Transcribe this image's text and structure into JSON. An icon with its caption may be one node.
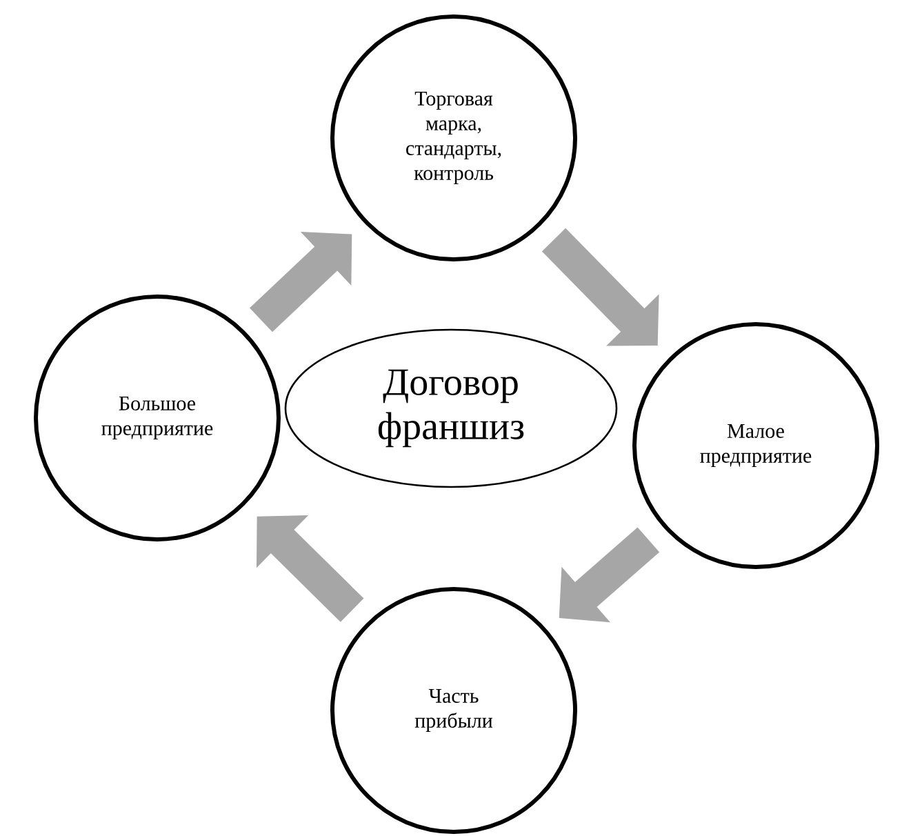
{
  "diagram": {
    "nodes": [
      {
        "text": [
          "Торговая марка, стандарты, контроль"
        ]
      },
      {
        "text": [
          "Большое предприятие"
        ]
      },
      {
        "text": [
          "Договор франшиз"
        ]
      },
      {
        "text": [
          "Малое предприятие"
        ]
      },
      {
        "text": [
          "Часть прибыли"
        ]
      }
    ],
    "edges": [
      {
        "from": 1,
        "to": 0,
        "arrow": "to"
      },
      {
        "from": 0,
        "to": 3,
        "arrow": "to"
      },
      {
        "from": 3,
        "to": 4,
        "arrow": "to"
      },
      {
        "from": 4,
        "to": 1,
        "arrow": "to"
      }
    ]
  }
}
